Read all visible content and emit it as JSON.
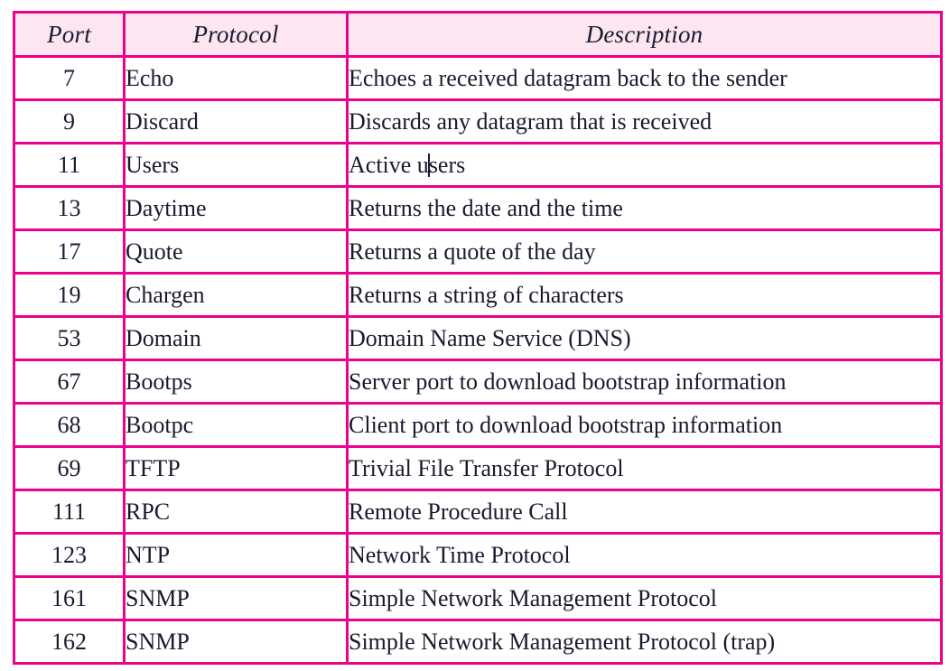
{
  "table": {
    "columns": [
      {
        "key": "port",
        "label": "Port"
      },
      {
        "key": "protocol",
        "label": "Protocol"
      },
      {
        "key": "description",
        "label": "Description"
      }
    ],
    "header_background": "#fce7f1",
    "border_color": "#ec008c",
    "text_color": "#1a1a2e",
    "rows": [
      {
        "port": "7",
        "protocol": "Echo",
        "description": "Echoes a received datagram back to the sender"
      },
      {
        "port": "9",
        "protocol": "Discard",
        "description": "Discards any datagram that is received"
      },
      {
        "port": "11",
        "protocol": "Users",
        "description": "Active users",
        "caret_after": 8
      },
      {
        "port": "13",
        "protocol": "Daytime",
        "description": "Returns the date and the time"
      },
      {
        "port": "17",
        "protocol": "Quote",
        "description": "Returns a quote of the day"
      },
      {
        "port": "19",
        "protocol": "Chargen",
        "description": "Returns a string of characters"
      },
      {
        "port": "53",
        "protocol": "Domain",
        "description": "Domain Name Service (DNS)"
      },
      {
        "port": "67",
        "protocol": "Bootps",
        "description": "Server port to download bootstrap information"
      },
      {
        "port": "68",
        "protocol": "Bootpc",
        "description": "Client port to download bootstrap information"
      },
      {
        "port": "69",
        "protocol": "TFTP",
        "description": "Trivial File Transfer Protocol"
      },
      {
        "port": "111",
        "protocol": "RPC",
        "description": "Remote Procedure Call"
      },
      {
        "port": "123",
        "protocol": "NTP",
        "description": "Network Time Protocol"
      },
      {
        "port": "161",
        "protocol": "SNMP",
        "description": "Simple Network Management Protocol"
      },
      {
        "port": "162",
        "protocol": "SNMP",
        "description": "Simple Network Management Protocol (trap)"
      }
    ]
  }
}
